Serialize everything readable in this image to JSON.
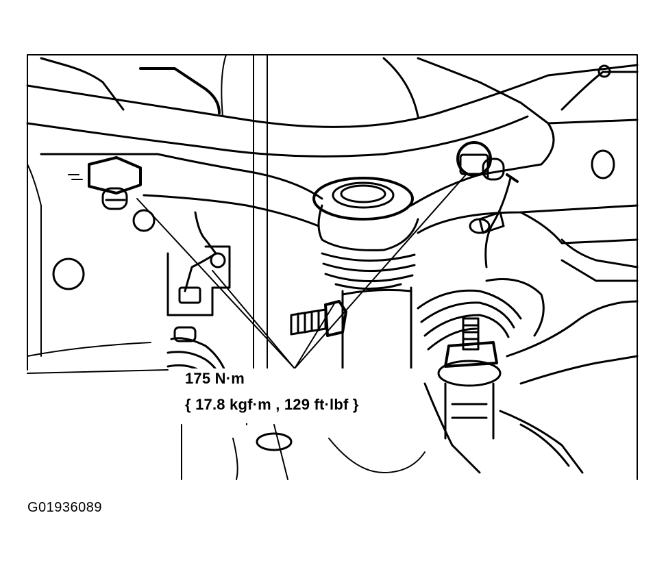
{
  "annotation": {
    "torque_nm": "175 N·m",
    "torque_alt": "{ 17.8 kgf·m , 129 ft·lbf }"
  },
  "figure_id": "G01936089",
  "colors": {
    "line": "#000000",
    "background": "#ffffff"
  }
}
